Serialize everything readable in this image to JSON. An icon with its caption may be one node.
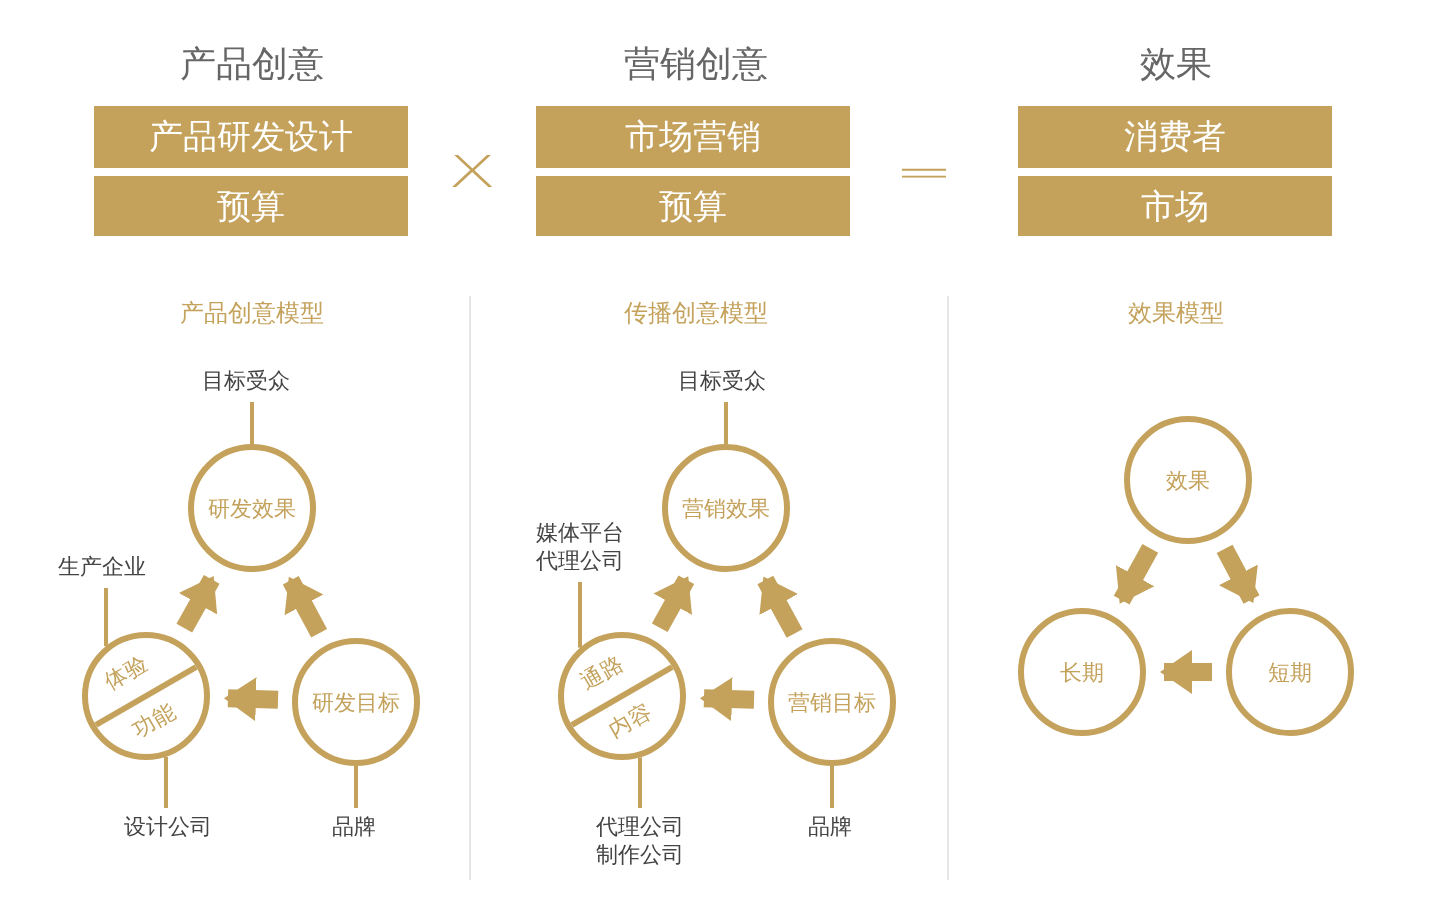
{
  "diagram": {
    "nodes": [
      {
        "text": [
          "产品研发设计"
        ]
      },
      {
        "text": [
          "预算"
        ]
      },
      {
        "text": [
          "市场营销"
        ]
      },
      {
        "text": [
          "预算"
        ]
      },
      {
        "text": [
          "消费者"
        ]
      },
      {
        "text": [
          "市场"
        ]
      },
      {
        "text": [
          "目标受众"
        ]
      },
      {
        "text": [
          "研发效果"
        ]
      },
      {
        "text": [
          "生产企业"
        ]
      },
      {
        "text": [
          "体验",
          "功能"
        ]
      },
      {
        "text": [
          "研发目标"
        ]
      },
      {
        "text": [
          "设计公司"
        ]
      },
      {
        "text": [
          "品牌"
        ]
      },
      {
        "text": [
          "目标受众"
        ]
      },
      {
        "text": [
          "营销效果"
        ]
      },
      {
        "text": [
          "媒体平台",
          "代理公司"
        ]
      },
      {
        "text": [
          "通路",
          "内容"
        ]
      },
      {
        "text": [
          "营销目标"
        ]
      },
      {
        "text": [
          "代理公司",
          "制作公司"
        ]
      },
      {
        "text": [
          "品牌"
        ]
      },
      {
        "text": [
          "效果"
        ]
      },
      {
        "text": [
          "长期"
        ]
      },
      {
        "text": [
          "短期"
        ]
      }
    ],
    "edges": [
      {
        "from": 6,
        "to": 7,
        "arrow": "none"
      },
      {
        "from": 8,
        "to": 9,
        "arrow": "none"
      },
      {
        "from": 9,
        "to": 11,
        "arrow": "none"
      },
      {
        "from": 10,
        "to": 12,
        "arrow": "none"
      },
      {
        "from": 9,
        "to": 7,
        "arrow": "to"
      },
      {
        "from": 10,
        "to": 7,
        "arrow": "to"
      },
      {
        "from": 10,
        "to": 9,
        "arrow": "to"
      },
      {
        "from": 13,
        "to": 14,
        "arrow": "none"
      },
      {
        "from": 15,
        "to": 16,
        "arrow": "none"
      },
      {
        "from": 16,
        "to": 18,
        "arrow": "none"
      },
      {
        "from": 17,
        "to": 19,
        "arrow": "none"
      },
      {
        "from": 16,
        "to": 14,
        "arrow": "to"
      },
      {
        "from": 17,
        "to": 14,
        "arrow": "to"
      },
      {
        "from": 17,
        "to": 16,
        "arrow": "to"
      },
      {
        "from": 20,
        "to": 21,
        "arrow": "to"
      },
      {
        "from": 20,
        "to": 22,
        "arrow": "to"
      },
      {
        "from": 22,
        "to": 21,
        "arrow": "to"
      }
    ],
    "labels": [
      "产品创意",
      "营销创意",
      "效果",
      "X",
      "=",
      "产品创意模型",
      "传播创意模型",
      "效果模型"
    ]
  }
}
